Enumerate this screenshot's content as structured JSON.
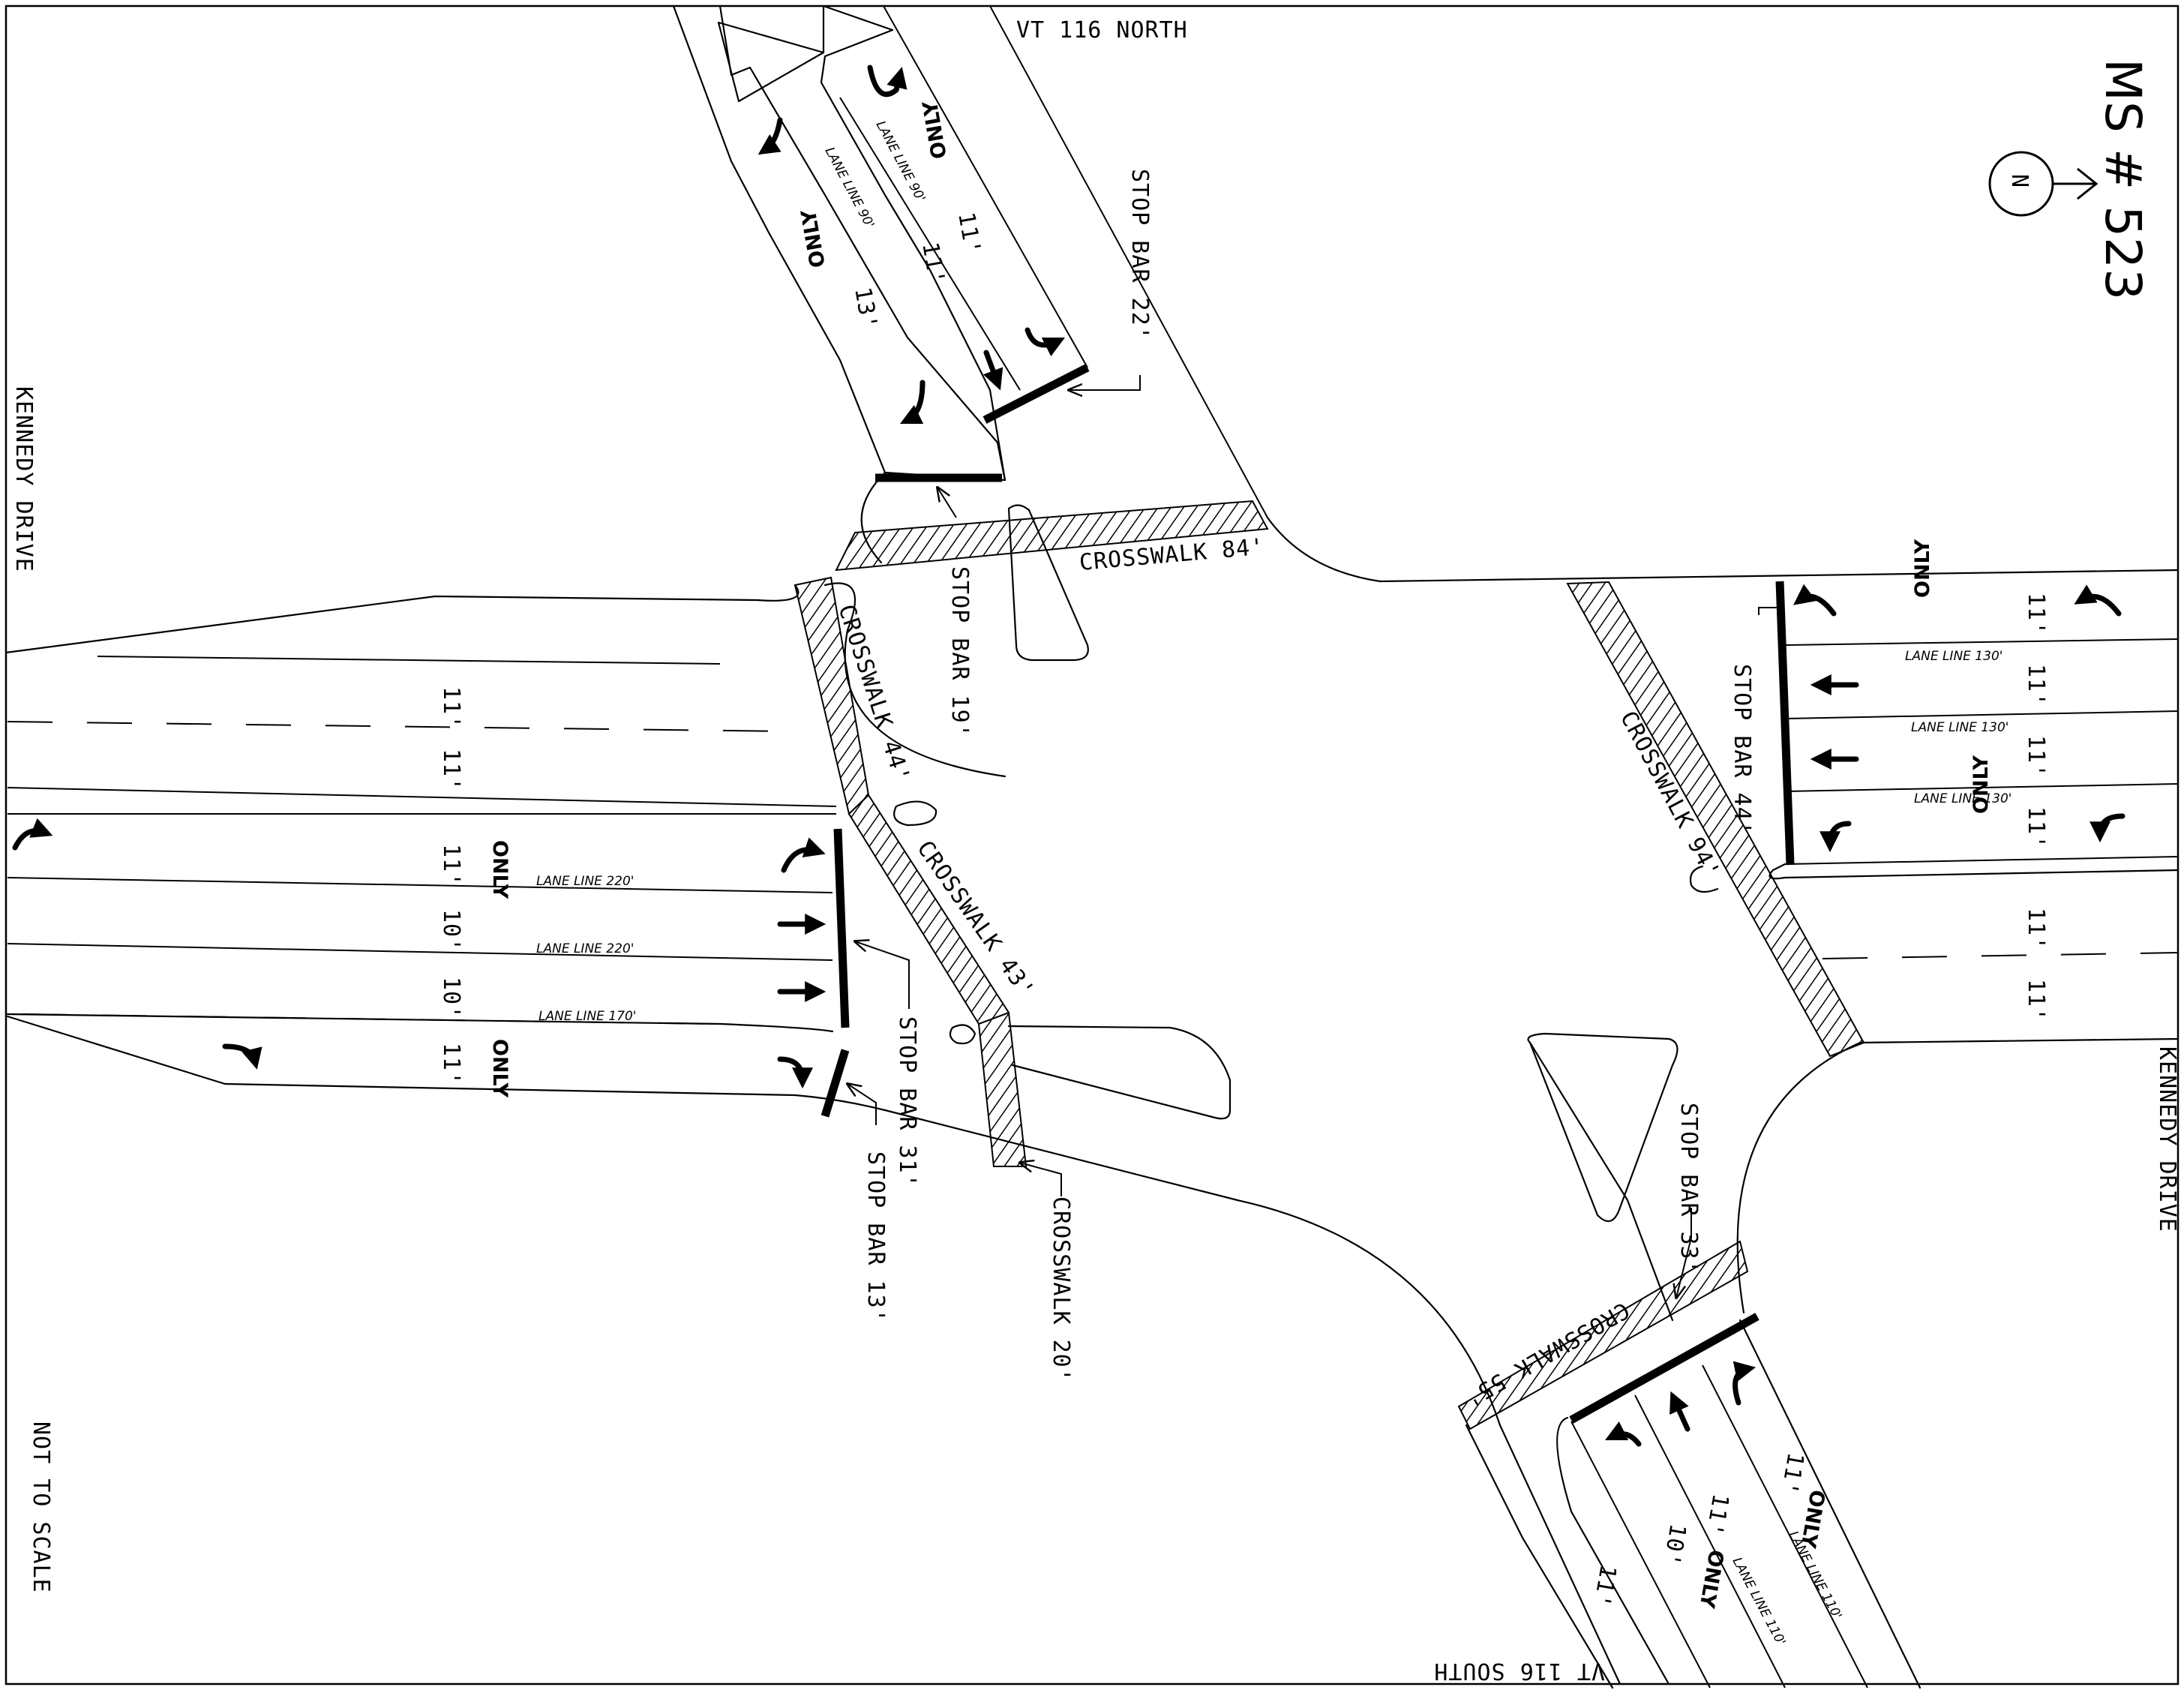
{
  "roads": {
    "north": "VT 116 NORTH",
    "south": "VT 116 SOUTH",
    "west": "KENNEDY DRIVE",
    "east": "KENNEDY DRIVE"
  },
  "sheet": {
    "number": "MS # 523",
    "north_letter": "N",
    "scale_note": "NOT TO SCALE"
  },
  "crosswalks": {
    "north": "CROSSWALK 84'",
    "west_upper": "CROSSWALK 44'",
    "west_lower": "CROSSWALK 43'",
    "west_island": "CROSSWALK 20'",
    "east": "CROSSWALK 94'",
    "south": "CROSSWALK 55'"
  },
  "stop_bars": {
    "north_left": "STOP BAR 19'",
    "north_right": "STOP BAR 22'",
    "west_main": "STOP BAR 31'",
    "west_right": "STOP BAR 13'",
    "east": "STOP BAR 44'",
    "south": "STOP BAR 33'"
  },
  "lane_lines": {
    "north_a": "LANE LINE 90'",
    "north_b": "LANE LINE 90'",
    "west_1": "LANE LINE 220'",
    "west_2": "LANE LINE 220'",
    "west_3": "LANE LINE 170'",
    "east_1": "LANE LINE 130'",
    "east_2": "LANE LINE 130'",
    "east_3": "LANE LINE 130'",
    "south_1": "LANE LINE 110'",
    "south_2": "LANE LINE 110'"
  },
  "widths": {
    "w11": "11'",
    "w10": "10'",
    "w13": "13'"
  },
  "marking": {
    "only": "ONLY"
  }
}
